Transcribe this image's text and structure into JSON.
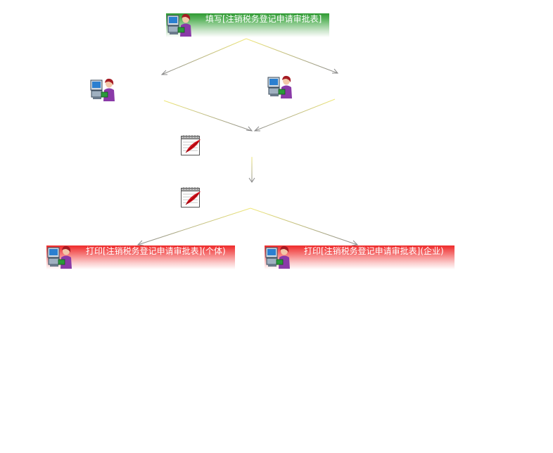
{
  "nodes": {
    "fill_form": {
      "label": "填写[注销税务登记申请审批表]",
      "icon": "person-at-computer-icon",
      "color": "#2f9a33"
    },
    "review_left": {
      "icon": "person-at-computer-icon"
    },
    "review_right": {
      "icon": "person-at-computer-icon"
    },
    "approve_1": {
      "icon": "notepad-quill-icon"
    },
    "approve_2": {
      "icon": "notepad-quill-icon"
    },
    "print_individual": {
      "label": "打印[注销税务登记申请审批表](个体)",
      "icon": "person-at-computer-icon",
      "color": "#ef2a2a"
    },
    "print_enterprise": {
      "label": "打印[注销税务登记申请审批表](企业)",
      "icon": "person-at-computer-icon",
      "color": "#ef2a2a"
    }
  },
  "edge_colors": {
    "gray": "#8a8a8a",
    "yellow": "#e8e27a"
  }
}
